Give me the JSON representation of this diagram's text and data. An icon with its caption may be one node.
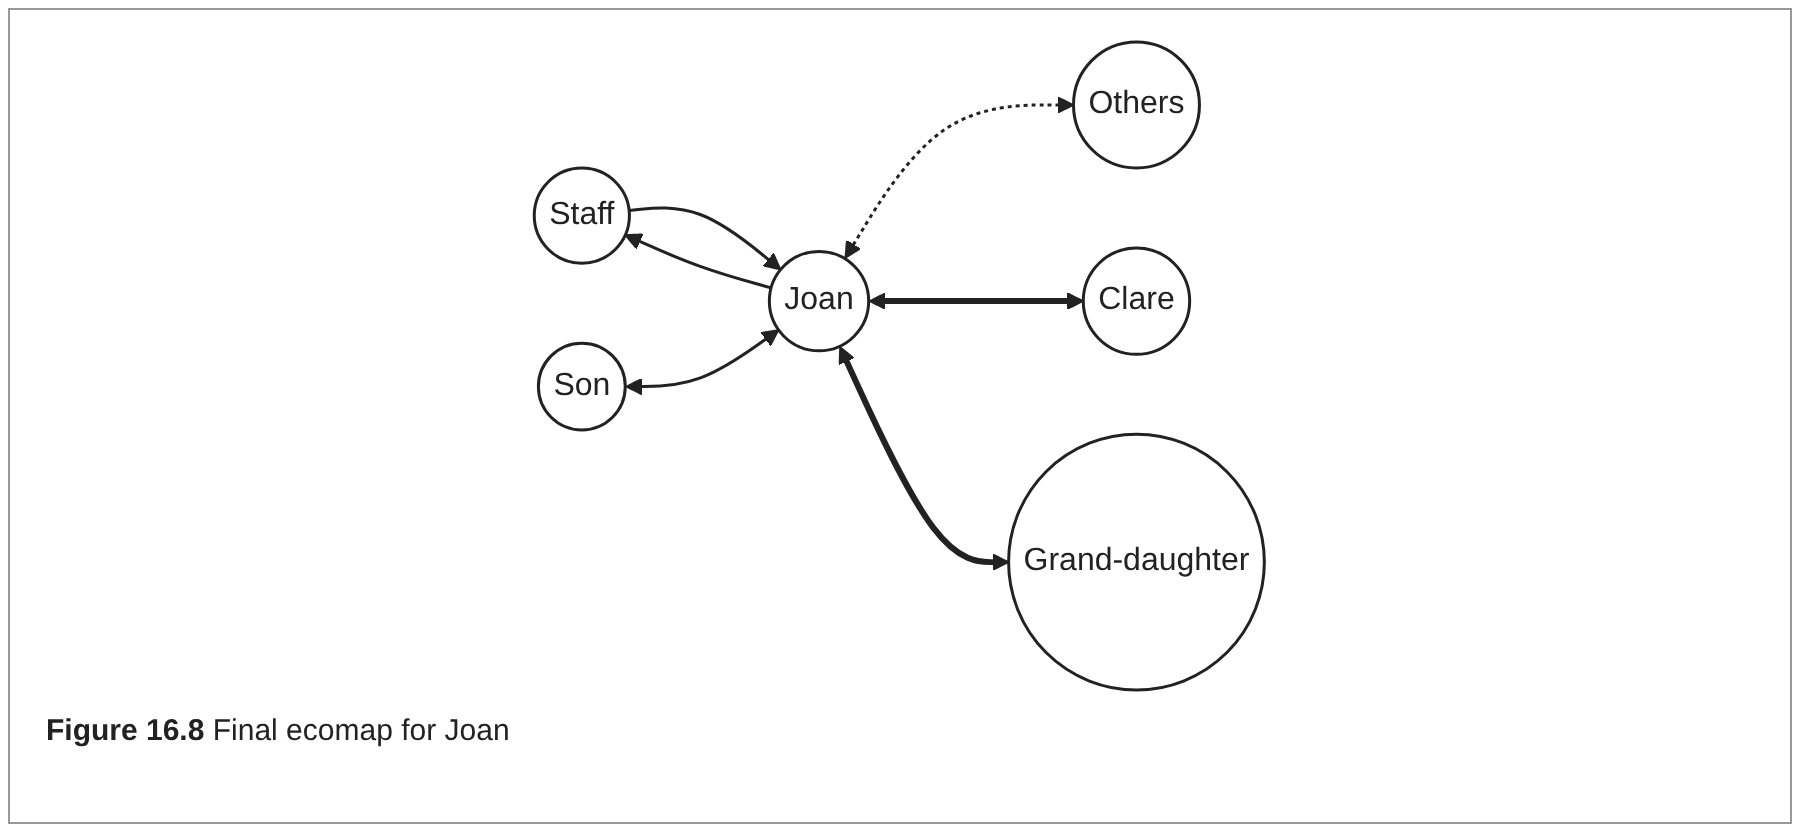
{
  "diagram": {
    "caption": "**Figure 16.8** Final ecomap for Joan",
    "nodes": [
      {
        "text": [
          "Staff"
        ]
      },
      {
        "text": [
          "Joan"
        ]
      },
      {
        "text": [
          "Others"
        ]
      },
      {
        "text": [
          "Son"
        ]
      },
      {
        "text": [
          "Clare"
        ]
      },
      {
        "text": [
          "Grand-daughter"
        ]
      }
    ],
    "edges": [
      {
        "from": 0,
        "to": 1,
        "arrow": "to"
      },
      {
        "from": 1,
        "to": 0,
        "arrow": "to"
      },
      {
        "from": 1,
        "to": 2,
        "arrow": "both",
        "style": "dashed"
      },
      {
        "from": 3,
        "to": 1,
        "arrow": "both"
      },
      {
        "from": 1,
        "to": 4,
        "arrow": "both",
        "style": "thick"
      },
      {
        "from": 1,
        "to": 5,
        "arrow": "both",
        "style": "thick"
      }
    ]
  }
}
